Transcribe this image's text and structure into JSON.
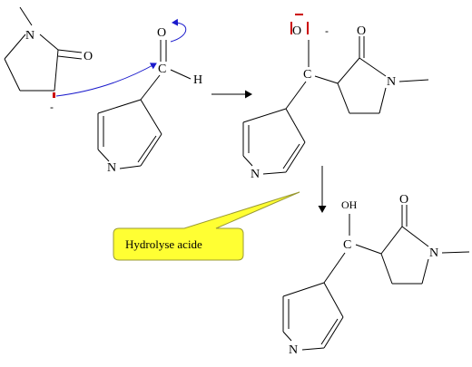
{
  "atoms": {
    "n": "N",
    "o": "O",
    "c": "C",
    "h": "H",
    "oh": "OH",
    "o_minus": "O",
    "minus": "-"
  },
  "callout": {
    "label": "Hydrolyse acide",
    "fill": "#ffff33",
    "stroke": "#999933"
  },
  "colors": {
    "curved_arrow": "#1a1acc",
    "charge_mark": "#cc0000"
  }
}
